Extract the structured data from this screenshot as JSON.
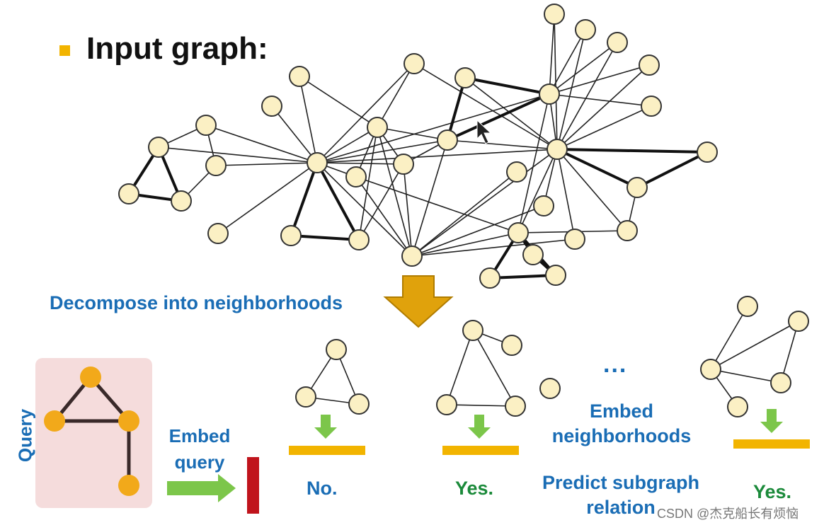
{
  "title": "Input graph:",
  "decompose_label": "Decompose into neighborhoods",
  "query_label": "Query",
  "embed_query_label": [
    "Embed",
    "query"
  ],
  "results": [
    "No.",
    "Yes.",
    "Yes."
  ],
  "ellipsis": "...",
  "embed_neighborhoods_label": [
    "Embed",
    "neighborhoods"
  ],
  "predict_label": [
    "Predict subgraph",
    "relation"
  ],
  "watermark": "CSDN @杰克船长有烦恼",
  "colors": {
    "node_fill": "#fbf0c4",
    "node_stroke": "#333333",
    "query_node": "#f2a91a",
    "query_panel": "#f5dcdc",
    "blue_text": "#1a6db5",
    "green_text": "#1b8a3a",
    "arrow_gold": "#e0a20c",
    "arrow_green": "#7cc64a",
    "bar_orange": "#f2b400",
    "bar_red": "#c0141c"
  }
}
